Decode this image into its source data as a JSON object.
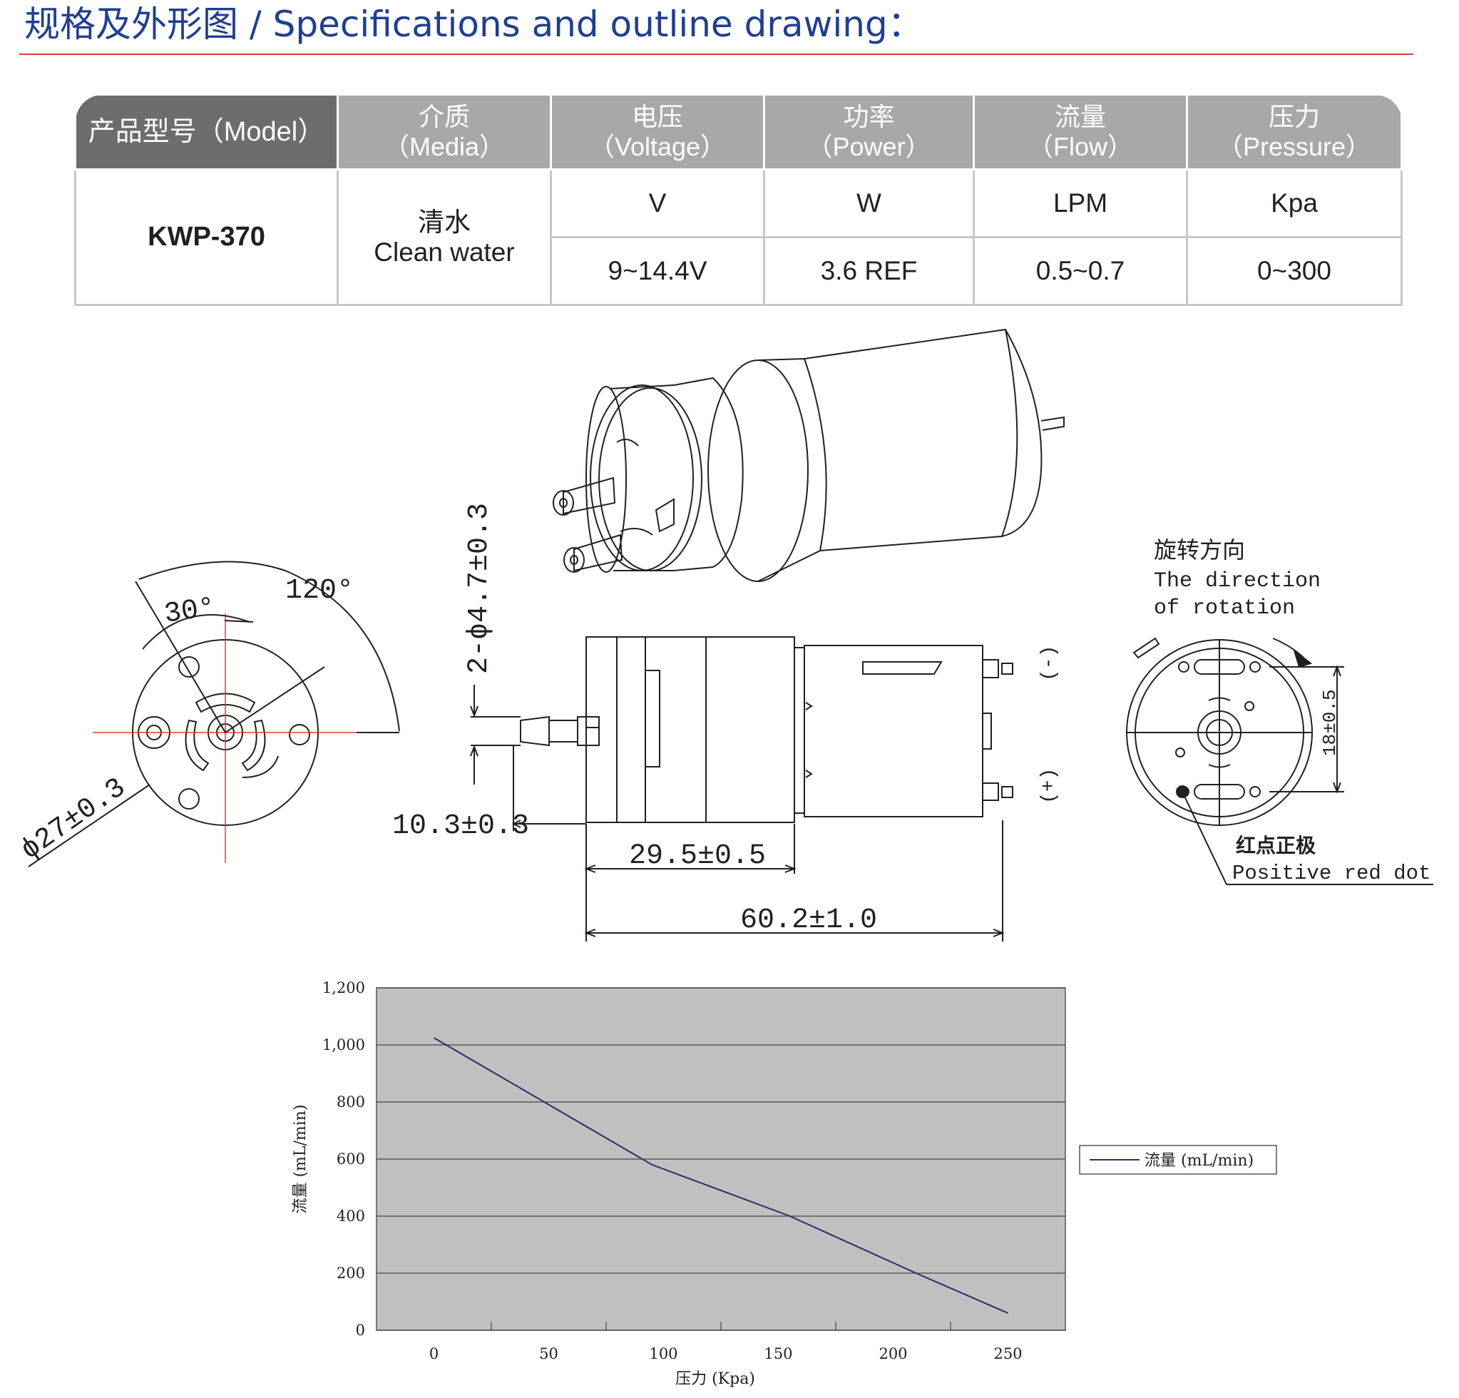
{
  "title": "规格及外形图 / Specifications and outline drawing：",
  "spec_table": {
    "headers": [
      {
        "zh": "产品型号（Model）",
        "en": ""
      },
      {
        "zh": "介质",
        "en": "（Media）"
      },
      {
        "zh": "电压",
        "en": "（Voltage）"
      },
      {
        "zh": "功率",
        "en": "（Power）"
      },
      {
        "zh": "流量",
        "en": "（Flow）"
      },
      {
        "zh": "压力",
        "en": "（Pressure）"
      }
    ],
    "model": "KWP-370",
    "media_zh": "清水",
    "media_en": "Clean water",
    "units": [
      "V",
      "W",
      "LPM",
      "Kpa"
    ],
    "values": [
      "9~14.4V",
      "3.6 REF",
      "0.5~0.7",
      "0~300"
    ]
  },
  "drawing": {
    "angle_120": "120°",
    "angle_30": "30°",
    "diameter": "ϕ27±0.3",
    "port_dia": "2-ϕ4.7±0.3",
    "dim_nozzle": "10.3±0.3",
    "dim_head": "29.5±0.5",
    "dim_total": "60.2±1.0",
    "minus": "(-)",
    "plus": "(+)",
    "rotation_zh": "旋转方向",
    "rotation_en1": "The direction",
    "rotation_en2": "of rotation",
    "dim_18": "18±0.5",
    "red_dot_zh": "红点正极",
    "red_dot_en": "Positive red dot"
  },
  "chart_data": {
    "type": "line",
    "ylabel": "流量 (mL/min)",
    "xlabel": "压力 (Kpa)",
    "ylim": [
      0,
      1200
    ],
    "yticks": [
      "0",
      "200",
      "400",
      "600",
      "800",
      "1,000",
      "1,200"
    ],
    "xticks": [
      "0",
      "50",
      "100",
      "150",
      "200",
      "250"
    ],
    "grid": true,
    "legend_position": "right",
    "plot_bg": "#c0c0c0",
    "line_color": "#2b2b6b",
    "series": [
      {
        "name": "流量 (mL/min)",
        "x": [
          0,
          95,
          155,
          210,
          250
        ],
        "y": [
          1025,
          580,
          400,
          200,
          60
        ]
      }
    ]
  }
}
